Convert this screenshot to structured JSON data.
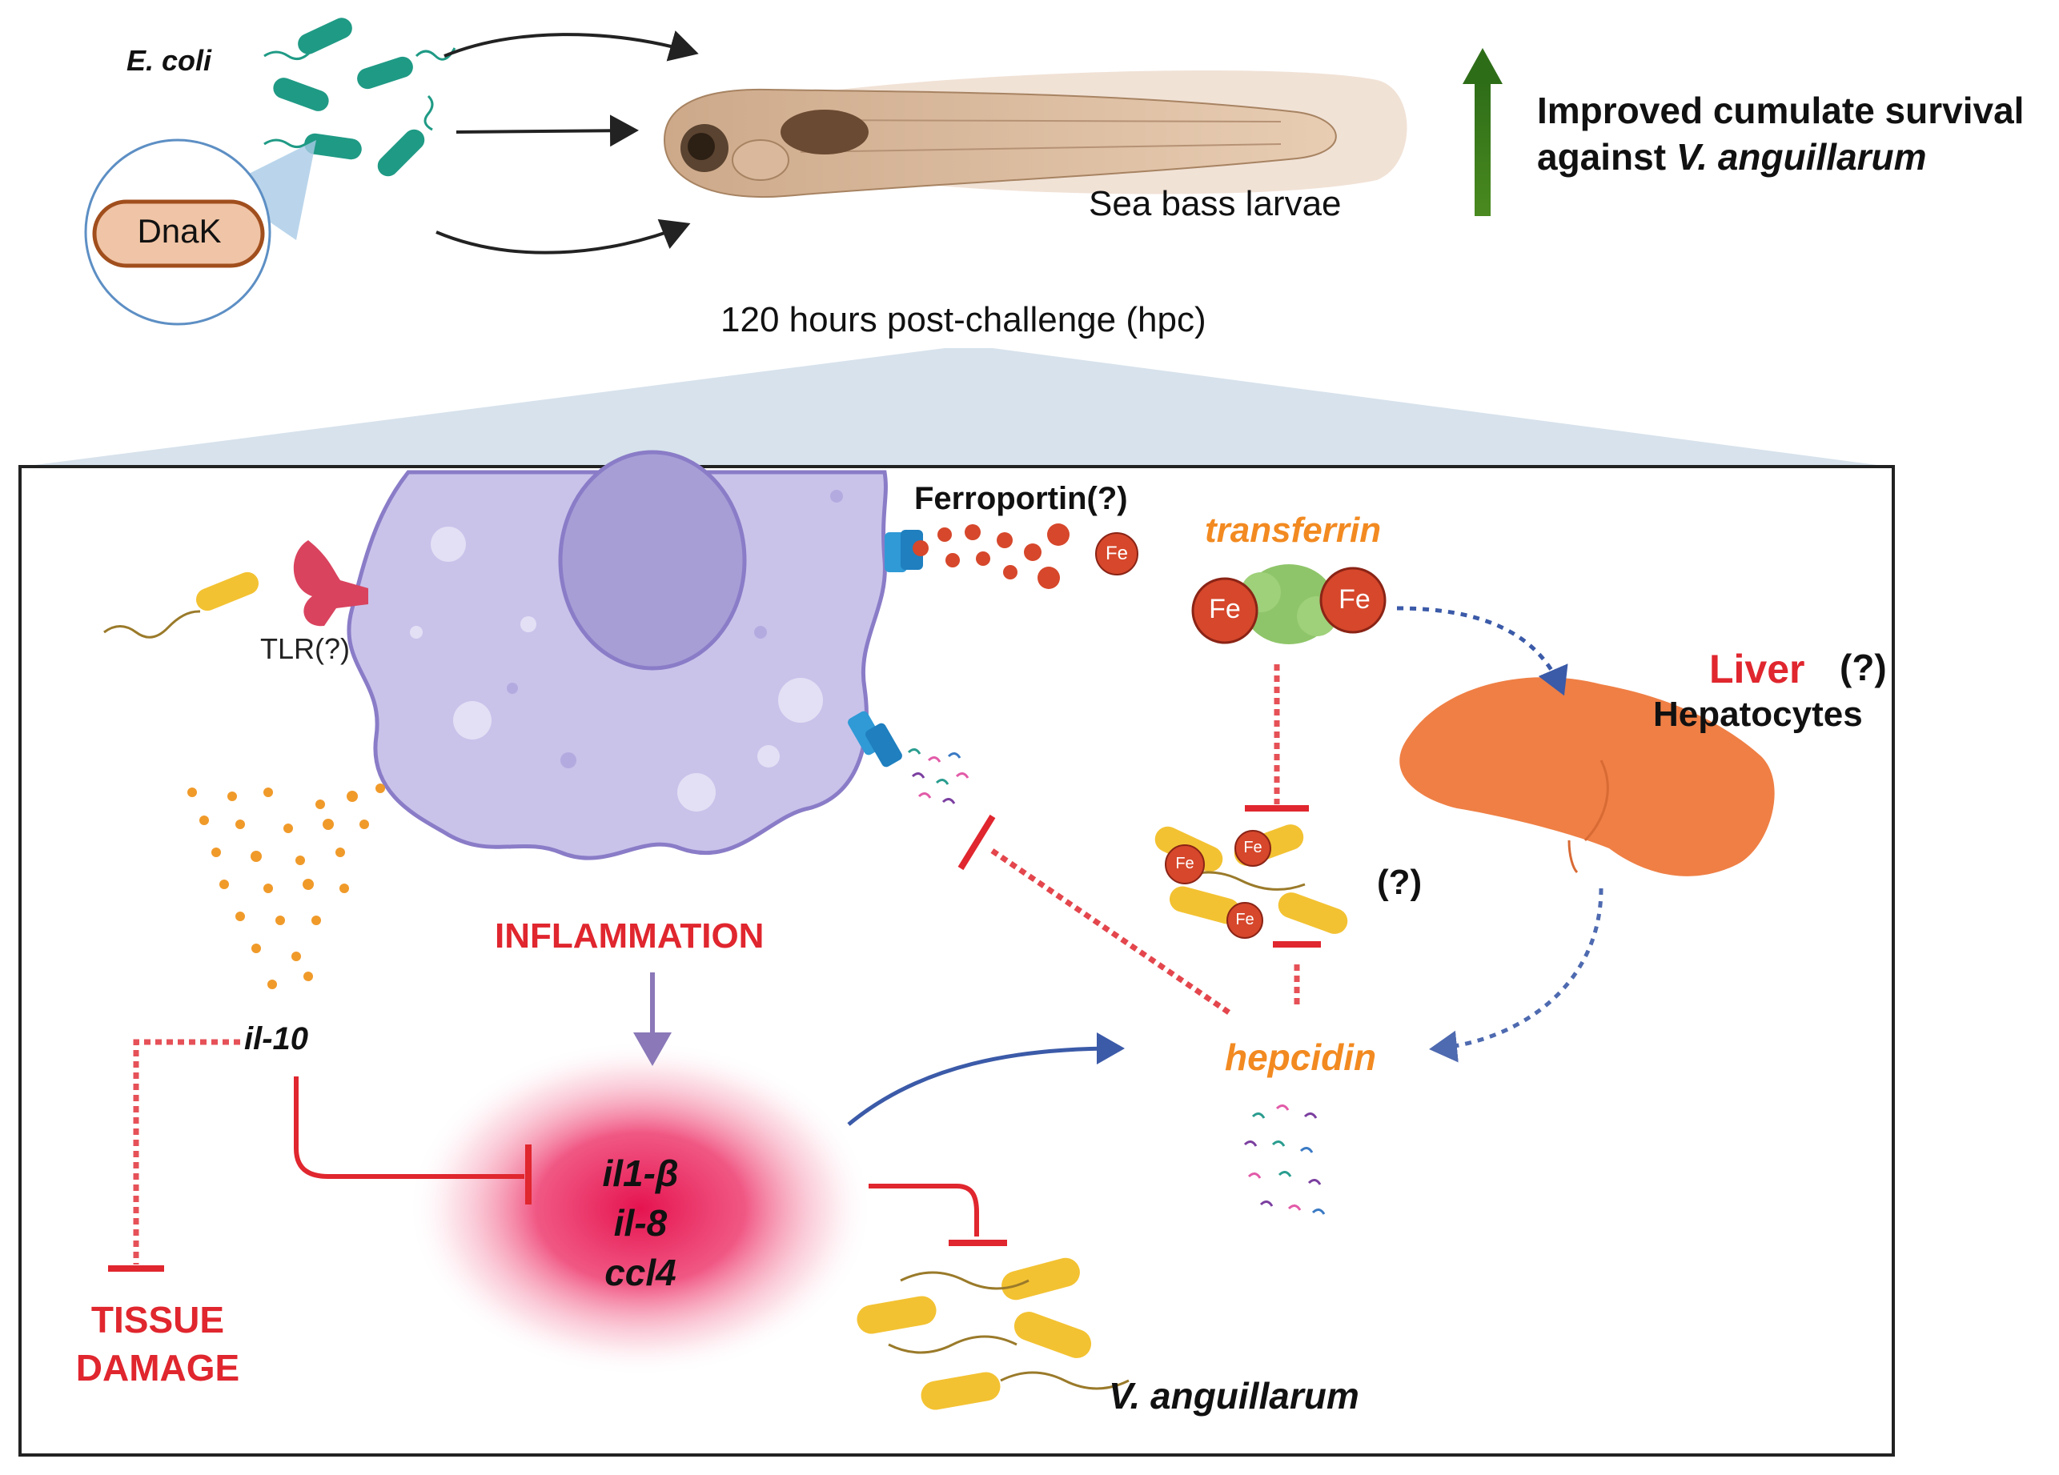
{
  "header": {
    "ecoli_label": "E. coli",
    "dnak_label": "DnaK",
    "larvae_label": "Sea bass larvae",
    "outcome_line1": "Improved cumulate survival",
    "outcome_line2_prefix": "against ",
    "outcome_line2_species": "V. anguillarum",
    "timepoint_label": "120 hours post-challenge (hpc)"
  },
  "panel": {
    "tlr_label": "TLR(?)",
    "ferroportin_label": "Ferroportin(?)",
    "transferrin_label": "transferrin",
    "fe_label": "Fe",
    "liver_label": "Liver",
    "liver_question": "(?)",
    "hepatocytes_label": "Hepatocytes",
    "bacteria_question": "(?)",
    "inflammation_label": "INFLAMMATION",
    "il10_label": "il-10",
    "cytokines": [
      "il1-β",
      "il-8",
      "ccl4"
    ],
    "hepcidin_label": "hepcidin",
    "tissue_damage_line1": "TISSUE",
    "tissue_damage_line2": "DAMAGE",
    "vibrio_label": "V. anguillarum"
  },
  "colors": {
    "red": "#e0262e",
    "orange": "#f28a21",
    "green_arrow": "#3f7d1f",
    "blue_arrow": "#3b5aa8",
    "macrophage": "#c9c3ea",
    "liver": "#ef7f45",
    "bacteria_teal": "#1f9a85",
    "bacteria_yellow": "#f3c232"
  }
}
